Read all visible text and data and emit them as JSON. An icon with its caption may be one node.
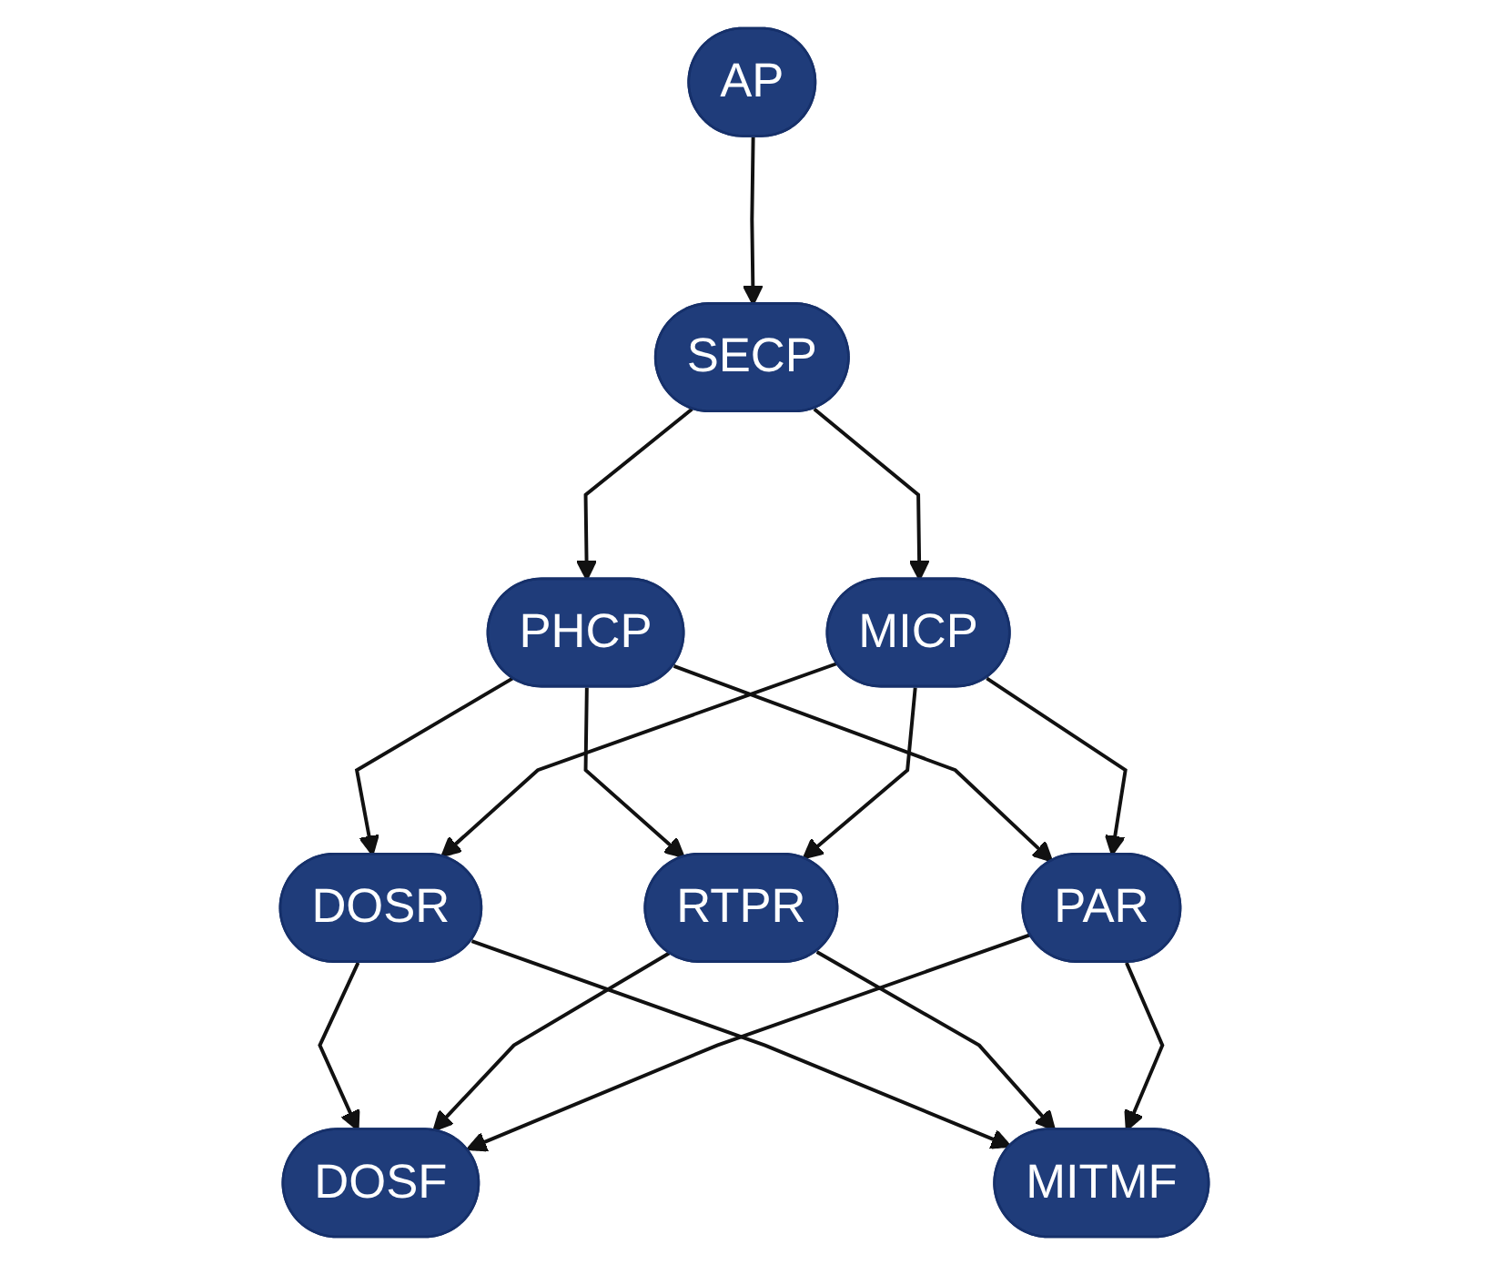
{
  "diagram": {
    "nodes": [
      {
        "text": [
          "AP"
        ]
      },
      {
        "text": [
          "SECP"
        ]
      },
      {
        "text": [
          "PHCP"
        ]
      },
      {
        "text": [
          "MICP"
        ]
      },
      {
        "text": [
          "DOSR"
        ]
      },
      {
        "text": [
          "RTPR"
        ]
      },
      {
        "text": [
          "PAR"
        ]
      },
      {
        "text": [
          "DOSF"
        ]
      },
      {
        "text": [
          "MITMF"
        ]
      }
    ],
    "edges": [
      {
        "from": 0,
        "to": 1,
        "arrow": "to"
      },
      {
        "from": 1,
        "to": 2,
        "arrow": "to"
      },
      {
        "from": 1,
        "to": 3,
        "arrow": "to"
      },
      {
        "from": 2,
        "to": 4,
        "arrow": "to"
      },
      {
        "from": 2,
        "to": 5,
        "arrow": "to"
      },
      {
        "from": 2,
        "to": 6,
        "arrow": "to"
      },
      {
        "from": 3,
        "to": 4,
        "arrow": "to"
      },
      {
        "from": 3,
        "to": 5,
        "arrow": "to"
      },
      {
        "from": 3,
        "to": 6,
        "arrow": "to"
      },
      {
        "from": 4,
        "to": 7,
        "arrow": "to"
      },
      {
        "from": 4,
        "to": 8,
        "arrow": "to"
      },
      {
        "from": 5,
        "to": 7,
        "arrow": "to"
      },
      {
        "from": 5,
        "to": 8,
        "arrow": "to"
      },
      {
        "from": 6,
        "to": 7,
        "arrow": "to"
      },
      {
        "from": 6,
        "to": 8,
        "arrow": "to"
      }
    ]
  }
}
